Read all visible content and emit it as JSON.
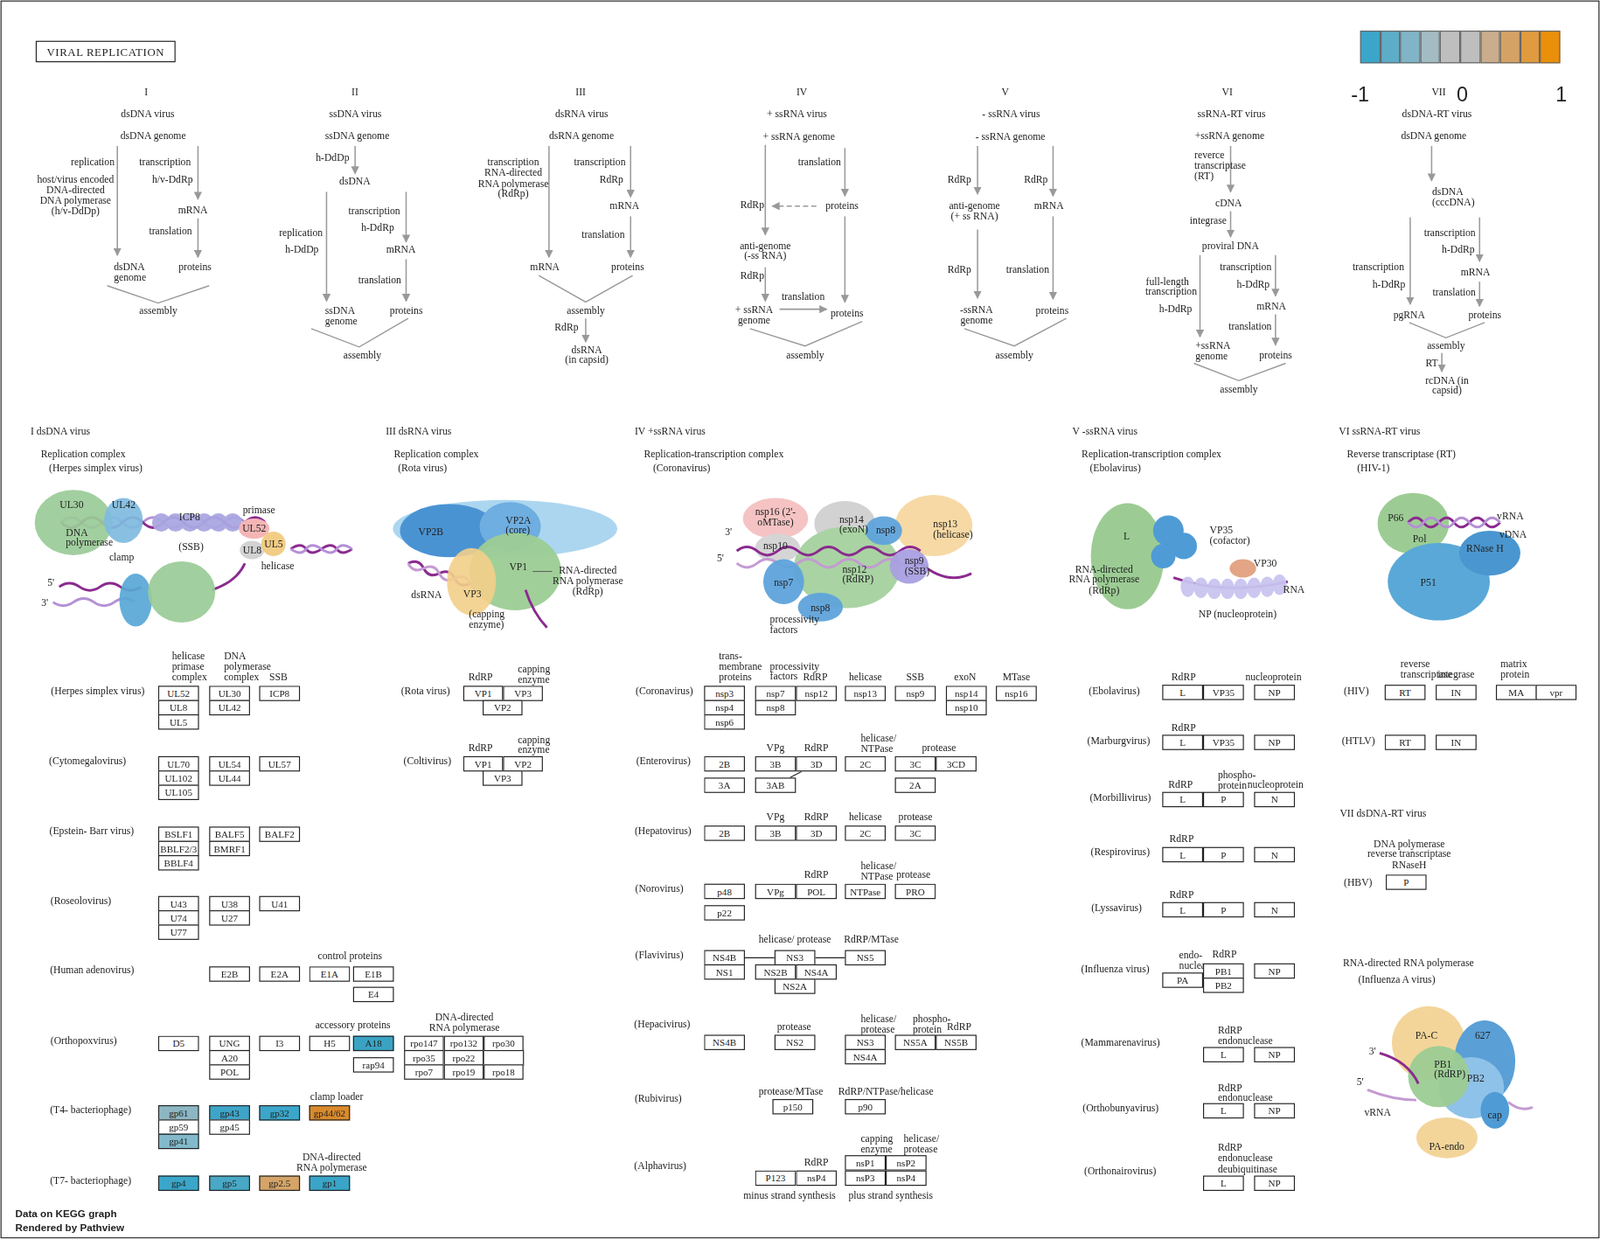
{
  "diagram": {
    "title": "VIRAL REPLICATION",
    "nodes": [
      {
        "text": [
          "UL52"
        ]
      },
      {
        "text": [
          "UL8"
        ]
      },
      {
        "text": [
          "UL5"
        ]
      },
      {
        "text": [
          "UL30"
        ]
      },
      {
        "text": [
          "UL42"
        ]
      },
      {
        "text": [
          "ICP8"
        ]
      },
      {
        "text": [
          "UL70"
        ]
      },
      {
        "text": [
          "UL102"
        ]
      },
      {
        "text": [
          "UL105"
        ]
      },
      {
        "text": [
          "UL54"
        ]
      },
      {
        "text": [
          "UL44"
        ]
      },
      {
        "text": [
          "UL57"
        ]
      },
      {
        "text": [
          "BSLF1"
        ]
      },
      {
        "text": [
          "BBLF2/3"
        ]
      },
      {
        "text": [
          "BBLF4"
        ]
      },
      {
        "text": [
          "BALF5"
        ]
      },
      {
        "text": [
          "BMRF1"
        ]
      },
      {
        "text": [
          "BALF2"
        ]
      },
      {
        "text": [
          "U43"
        ]
      },
      {
        "text": [
          "U74"
        ]
      },
      {
        "text": [
          "U77"
        ]
      },
      {
        "text": [
          "U38"
        ]
      },
      {
        "text": [
          "U27"
        ]
      },
      {
        "text": [
          "U41"
        ]
      },
      {
        "text": [
          "E2B"
        ]
      },
      {
        "text": [
          "E2A"
        ]
      },
      {
        "text": [
          "E1A"
        ]
      },
      {
        "text": [
          "E1B"
        ]
      },
      {
        "text": [
          "E4"
        ]
      },
      {
        "text": [
          "D5"
        ]
      },
      {
        "text": [
          "UNG"
        ]
      },
      {
        "text": [
          "A20"
        ]
      },
      {
        "text": [
          "POL"
        ]
      },
      {
        "text": [
          "I3"
        ]
      },
      {
        "text": [
          "H5"
        ]
      },
      {
        "text": [
          "A18"
        ]
      },
      {
        "text": [
          "rap94"
        ]
      },
      {
        "text": [
          "rpo147"
        ]
      },
      {
        "text": [
          "rpo132"
        ]
      },
      {
        "text": [
          "rpo30"
        ]
      },
      {
        "text": [
          "rpo35"
        ]
      },
      {
        "text": [
          "rpo22"
        ]
      },
      {
        "text": [
          "rpo7"
        ]
      },
      {
        "text": [
          "rpo19"
        ]
      },
      {
        "text": [
          "rpo18"
        ]
      },
      {
        "text": [
          "gp61"
        ]
      },
      {
        "text": [
          "gp59"
        ]
      },
      {
        "text": [
          "gp41"
        ]
      },
      {
        "text": [
          "gp43"
        ]
      },
      {
        "text": [
          "gp45"
        ]
      },
      {
        "text": [
          "gp32"
        ]
      },
      {
        "text": [
          "gp44/62"
        ]
      },
      {
        "text": [
          "gp4"
        ]
      },
      {
        "text": [
          "gp5"
        ]
      },
      {
        "text": [
          "gp2.5"
        ]
      },
      {
        "text": [
          "gp1"
        ]
      },
      {
        "text": [
          "VP1"
        ]
      },
      {
        "text": [
          "VP3"
        ]
      },
      {
        "text": [
          "VP2"
        ]
      },
      {
        "text": [
          "VP1"
        ]
      },
      {
        "text": [
          "VP2"
        ]
      },
      {
        "text": [
          "VP3"
        ]
      },
      {
        "text": [
          "nsp3"
        ]
      },
      {
        "text": [
          "nsp4"
        ]
      },
      {
        "text": [
          "nsp6"
        ]
      },
      {
        "text": [
          "nsp7"
        ]
      },
      {
        "text": [
          "nsp8"
        ]
      },
      {
        "text": [
          "nsp12"
        ]
      },
      {
        "text": [
          "nsp13"
        ]
      },
      {
        "text": [
          "nsp9"
        ]
      },
      {
        "text": [
          "nsp14"
        ]
      },
      {
        "text": [
          "nsp10"
        ]
      },
      {
        "text": [
          "nsp16"
        ]
      },
      {
        "text": [
          "2B"
        ]
      },
      {
        "text": [
          "3A"
        ]
      },
      {
        "text": [
          "3B"
        ]
      },
      {
        "text": [
          "3AB"
        ]
      },
      {
        "text": [
          "3D"
        ]
      },
      {
        "text": [
          "2C"
        ]
      },
      {
        "text": [
          "3C"
        ]
      },
      {
        "text": [
          "3CD"
        ]
      },
      {
        "text": [
          "2A"
        ]
      },
      {
        "text": [
          "2B"
        ]
      },
      {
        "text": [
          "3B"
        ]
      },
      {
        "text": [
          "3D"
        ]
      },
      {
        "text": [
          "2C"
        ]
      },
      {
        "text": [
          "3C"
        ]
      },
      {
        "text": [
          "p48"
        ]
      },
      {
        "text": [
          "p22"
        ]
      },
      {
        "text": [
          "VPg"
        ]
      },
      {
        "text": [
          "POL"
        ]
      },
      {
        "text": [
          "NTPase"
        ]
      },
      {
        "text": [
          "PRO"
        ]
      },
      {
        "text": [
          "NS4B"
        ]
      },
      {
        "text": [
          "NS1"
        ]
      },
      {
        "text": [
          "NS3"
        ]
      },
      {
        "text": [
          "NS2B"
        ]
      },
      {
        "text": [
          "NS4A"
        ]
      },
      {
        "text": [
          "NS2A"
        ]
      },
      {
        "text": [
          "NS5"
        ]
      },
      {
        "text": [
          "NS4B"
        ]
      },
      {
        "text": [
          "NS2"
        ]
      },
      {
        "text": [
          "NS3"
        ]
      },
      {
        "text": [
          "NS4A"
        ]
      },
      {
        "text": [
          "NS5A"
        ]
      },
      {
        "text": [
          "NS5B"
        ]
      },
      {
        "text": [
          "p150"
        ]
      },
      {
        "text": [
          "p90"
        ]
      },
      {
        "text": [
          "P123"
        ]
      },
      {
        "text": [
          "nsP4"
        ]
      },
      {
        "text": [
          "nsP1"
        ]
      },
      {
        "text": [
          "nsP2"
        ]
      },
      {
        "text": [
          "nsP3"
        ]
      },
      {
        "text": [
          "nsP4"
        ]
      },
      {
        "text": [
          "L"
        ]
      },
      {
        "text": [
          "VP35"
        ]
      },
      {
        "text": [
          "NP"
        ]
      },
      {
        "text": [
          "L"
        ]
      },
      {
        "text": [
          "VP35"
        ]
      },
      {
        "text": [
          "NP"
        ]
      },
      {
        "text": [
          "L"
        ]
      },
      {
        "text": [
          "P"
        ]
      },
      {
        "text": [
          "N"
        ]
      },
      {
        "text": [
          "L"
        ]
      },
      {
        "text": [
          "P"
        ]
      },
      {
        "text": [
          "N"
        ]
      },
      {
        "text": [
          "L"
        ]
      },
      {
        "text": [
          "P"
        ]
      },
      {
        "text": [
          "N"
        ]
      },
      {
        "text": [
          "PA"
        ]
      },
      {
        "text": [
          "PB1"
        ]
      },
      {
        "text": [
          "PB2"
        ]
      },
      {
        "text": [
          "NP"
        ]
      },
      {
        "text": [
          "L"
        ]
      },
      {
        "text": [
          "NP"
        ]
      },
      {
        "text": [
          "L"
        ]
      },
      {
        "text": [
          "NP"
        ]
      },
      {
        "text": [
          "L"
        ]
      },
      {
        "text": [
          "NP"
        ]
      },
      {
        "text": [
          "RT"
        ]
      },
      {
        "text": [
          "IN"
        ]
      },
      {
        "text": [
          "MA"
        ]
      },
      {
        "text": [
          "vpr"
        ]
      },
      {
        "text": [
          "RT"
        ]
      },
      {
        "text": [
          "IN"
        ]
      },
      {
        "text": [
          "P"
        ]
      }
    ],
    "edges": [
      {
        "from": 76,
        "to": 77,
        "arrow": "none"
      },
      {
        "from": 93,
        "to": 95,
        "arrow": "none"
      },
      {
        "from": 95,
        "to": 99,
        "arrow": "none"
      }
    ],
    "labels": [
      "I",
      "dsDNA virus",
      "dsDNA genome",
      "replication",
      "host/virus encoded DNA-directed DNA polymerase (h/v-DdDp)",
      "transcription",
      "h/v-DdRp",
      "mRNA",
      "translation",
      "dsDNA genome",
      "proteins",
      "assembly",
      "II",
      "ssDNA virus",
      "ssDNA genome",
      "h-DdDp",
      "dsDNA",
      "replication",
      "h-DdDp",
      "transcription",
      "h-DdRp",
      "mRNA",
      "translation",
      "proteins",
      "ssDNA genome",
      "assembly",
      "III",
      "dsRNA virus",
      "dsRNA genome",
      "transcription RNA-directed RNA polymerase (RdRp)",
      "transcription",
      "RdRp",
      "mRNA",
      "translation",
      "proteins",
      "mRNA",
      "assembly",
      "RdRp",
      "dsRNA (in capsid)",
      "IV",
      "+ ssRNA virus",
      "+ ssRNA genome",
      "translation",
      "proteins",
      "RdRp",
      "anti-genome (-ss RNA)",
      "RdRp",
      "+ ssRNA genome",
      "translation",
      "proteins",
      "assembly",
      "V",
      "- ssRNA virus",
      "- ssRNA genome",
      "RdRp",
      "anti-genome (+ ss RNA)",
      "RdRp",
      "mRNA",
      "RdRp",
      "-ssRNA genome",
      "translation",
      "proteins",
      "assembly",
      "VI",
      "ssRNA-RT virus",
      "+ssRNA genome",
      "reverce transcriptase (RT)",
      "cDNA",
      "integrase",
      "proviral DNA",
      "full-length transcription",
      "h-DdRp",
      "+ssRNA genome",
      "transcription",
      "h-DdRp",
      "mRNA",
      "translation",
      "proteins",
      "assembly",
      "VII",
      "dsDNA-RT virus",
      "dsDNA genome",
      "dsDNA (cccDNA)",
      "transcription",
      "h-DdRp",
      "mRNA",
      "translation",
      "proteins",
      "transcription",
      "h-DdRp",
      "pgRNA",
      "assembly",
      "RT",
      "rcDNA (in capsid)",
      "I dsDNA virus",
      "Replication complex",
      "(Herpes simplex virus)",
      "III dsRNA virus",
      "Replication complex",
      "(Rota virus)",
      "IV +ssRNA virus",
      "Replication-transcription complex",
      "(Coronavirus)",
      "V -ssRNA virus",
      "Replication-transcription complex",
      "(Ebolavirus)",
      "VI ssRNA-RT virus",
      "Reverse transcriptase (RT)",
      "(HIV-1)",
      "UL30",
      "UL42",
      "DNA polymerase",
      "ICP8",
      "(SSB)",
      "primase",
      "UL52",
      "UL8",
      "UL5",
      "helicase",
      "clamp",
      "5'",
      "3'",
      "VP2B",
      "VP2A (core)",
      "VP1",
      "RNA-directed RNA polymerase (RdRp)",
      "dsRNA",
      "VP3",
      "(capping enzyme)",
      "nsp16 (2'-oMTase)",
      "nsp14 (exoN)",
      "nsp13 (helicase)",
      "3'",
      "nsp10",
      "nsp8",
      "5'",
      "nsp7",
      "nsp12 (RdRP)",
      "nsp9 (SSB)",
      "processivity factors",
      "nsp8",
      "L",
      "VP35 (cofactor)",
      "VP30",
      "RNA-directed RNA polymerase (RdRp)",
      "RNA",
      "NP (nucleoprotein)",
      "P66",
      "Pol",
      "vRNA",
      "vDNA",
      "RNase H",
      "P51",
      "helicase primase complex",
      "DNA polymerase complex",
      "SSB",
      "(Herpes simplex virus)",
      "(Cytomegalovirus)",
      "(Epstein- Barr virus)",
      "(Roseolovirus)",
      "(Human adenovirus)",
      "control proteins",
      "(Orthopoxvirus)",
      "accessory proteins",
      "DNA-directed RNA polymerase",
      "(T4- bacteriophage)",
      "clamp loader",
      "(T7- bacteriophage)",
      "DNA-directed RNA polymerase",
      "(Rota virus)",
      "RdRP",
      "capping enzyme",
      "(Coltivirus)",
      "RdRP",
      "capping enzyme",
      "trans- membrane proteins",
      "processivity factors",
      "RdRP",
      "helicase",
      "SSB",
      "exoN",
      "MTase",
      "(Coronavirus)",
      "(Enterovirus)",
      "VPg",
      "RdRP",
      "helicase/ NTPase",
      "protease",
      "(Hepatovirus)",
      "VPg",
      "RdRP",
      "helicase",
      "protease",
      "(Norovirus)",
      "RdRP",
      "helicase/ NTPase",
      "protease",
      "(Flavivirus)",
      "helicase/ protease",
      "RdRP/MTase",
      "(Hepacivirus)",
      "protease",
      "helicase/ protease",
      "phospho- protein",
      "RdRP",
      "(Rubivirus)",
      "protease/MTase",
      "RdRP/NTPase/helicase",
      "(Alphavirus)",
      "RdRP",
      "capping enzyme",
      "helicase/ protease",
      "minus strand synthesis",
      "plus strand synthesis",
      "(Ebolavirus)",
      "RdRP",
      "nucleoprotein",
      "(Marburgvirus)",
      "RdRP",
      "(Morbillivirus)",
      "RdRP",
      "phospho- protein",
      "nucleoprotein",
      "(Respirovirus)",
      "RdRP",
      "(Lyssavirus)",
      "RdRP",
      "(Influenza virus)",
      "endo- nuclease",
      "RdRP",
      "(Mammarenavirus)",
      "RdRP endonuclease",
      "(Orthobunyavirus)",
      "RdRP endonuclease",
      "(Orthonairovirus)",
      "RdRP endonuclease deubiquitinase",
      "(HIV)",
      "reverse transcriptase",
      "integrase",
      "matrix protein",
      "(HTLV)",
      "VII dsDNA-RT virus",
      "DNA polymerase reverse transcriptase RNaseH",
      "(HBV)",
      "RNA-directed RNA polymerase",
      "(Influenza A virus)",
      "PA-C",
      "627",
      "3'",
      "PB1 (RdRP)",
      "PB2",
      "5'",
      "vRNA",
      "cap",
      "PA-endo",
      "Data on KEGG graph",
      "Rendered by Pathview"
    ],
    "legend": [
      {
        "text": "-1",
        "color": "#3ba6c9"
      },
      {
        "text": "0",
        "color": "#bebebe"
      },
      {
        "text": "1",
        "color": "#ea8f0a"
      }
    ]
  }
}
